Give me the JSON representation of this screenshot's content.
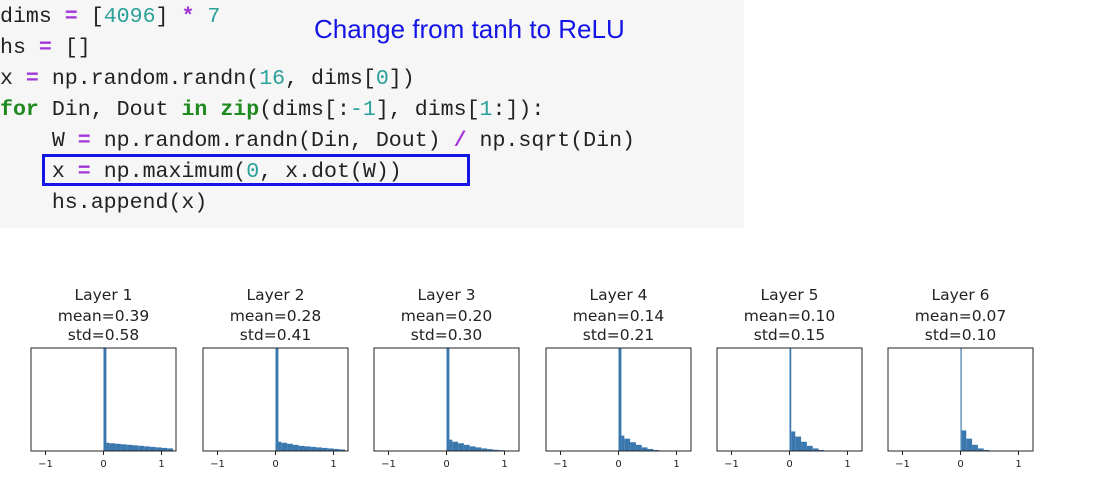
{
  "code": {
    "lines": [
      [
        {
          "t": "dims ",
          "c": "plain"
        },
        {
          "t": "=",
          "c": "op"
        },
        {
          "t": " [",
          "c": "plain"
        },
        {
          "t": "4096",
          "c": "num"
        },
        {
          "t": "] ",
          "c": "plain"
        },
        {
          "t": "*",
          "c": "op"
        },
        {
          "t": " ",
          "c": "plain"
        },
        {
          "t": "7",
          "c": "num"
        }
      ],
      [
        {
          "t": "hs ",
          "c": "plain"
        },
        {
          "t": "=",
          "c": "op"
        },
        {
          "t": " []",
          "c": "plain"
        }
      ],
      [
        {
          "t": "x ",
          "c": "plain"
        },
        {
          "t": "=",
          "c": "op"
        },
        {
          "t": " np.random.randn(",
          "c": "plain"
        },
        {
          "t": "16",
          "c": "num"
        },
        {
          "t": ", dims[",
          "c": "plain"
        },
        {
          "t": "0",
          "c": "num"
        },
        {
          "t": "])",
          "c": "plain"
        }
      ],
      [
        {
          "t": "for",
          "c": "kw"
        },
        {
          "t": " Din, Dout ",
          "c": "plain"
        },
        {
          "t": "in",
          "c": "kw"
        },
        {
          "t": " ",
          "c": "plain"
        },
        {
          "t": "zip",
          "c": "kw"
        },
        {
          "t": "(dims[:",
          "c": "plain"
        },
        {
          "t": "-1",
          "c": "num"
        },
        {
          "t": "], dims[",
          "c": "plain"
        },
        {
          "t": "1",
          "c": "num"
        },
        {
          "t": ":]):",
          "c": "plain"
        }
      ],
      [
        {
          "t": "    W ",
          "c": "plain"
        },
        {
          "t": "=",
          "c": "op"
        },
        {
          "t": " np.random.randn(Din, Dout) ",
          "c": "plain"
        },
        {
          "t": "/",
          "c": "op"
        },
        {
          "t": " np.sqrt(Din)",
          "c": "plain"
        }
      ],
      [
        {
          "t": "    x ",
          "c": "plain"
        },
        {
          "t": "=",
          "c": "op"
        },
        {
          "t": " np.maximum(",
          "c": "plain"
        },
        {
          "t": "0",
          "c": "num"
        },
        {
          "t": ", x.dot(W))",
          "c": "plain"
        }
      ],
      [
        {
          "t": "    hs.append(x)",
          "c": "plain"
        }
      ]
    ],
    "highlighted_line": 5
  },
  "annotation": "Change from tanh to ReLU",
  "colors": {
    "bar": "#3a77ad",
    "annotation": "#1414e6",
    "box": "#1414e6",
    "code_bg": "#f6f6f6"
  },
  "chart_data": [
    {
      "type": "bar",
      "title": "Layer 1",
      "stats": [
        "mean=0.39",
        "std=0.58"
      ],
      "xlim": [
        -1.25,
        1.25
      ],
      "xticks": [
        "−1",
        "0",
        "1"
      ],
      "bins": [
        0,
        0.05,
        0.1,
        0.2,
        0.3,
        0.4,
        0.5,
        0.6,
        0.7,
        0.8,
        0.9,
        1.0,
        1.1,
        1.2
      ],
      "values": [
        1.0,
        0.08,
        0.075,
        0.07,
        0.065,
        0.06,
        0.055,
        0.05,
        0.045,
        0.04,
        0.035,
        0.03,
        0.025
      ]
    },
    {
      "type": "bar",
      "title": "Layer 2",
      "stats": [
        "mean=0.28",
        "std=0.41"
      ],
      "xlim": [
        -1.25,
        1.25
      ],
      "xticks": [
        "−1",
        "0",
        "1"
      ],
      "bins": [
        0,
        0.05,
        0.1,
        0.2,
        0.3,
        0.4,
        0.5,
        0.6,
        0.7,
        0.8,
        0.9,
        1.0,
        1.1,
        1.2
      ],
      "values": [
        1.0,
        0.09,
        0.08,
        0.07,
        0.06,
        0.05,
        0.045,
        0.04,
        0.035,
        0.03,
        0.025,
        0.02,
        0.015
      ]
    },
    {
      "type": "bar",
      "title": "Layer 3",
      "stats": [
        "mean=0.20",
        "std=0.30"
      ],
      "xlim": [
        -1.25,
        1.25
      ],
      "xticks": [
        "−1",
        "0",
        "1"
      ],
      "bins": [
        0,
        0.05,
        0.1,
        0.2,
        0.3,
        0.4,
        0.5,
        0.6,
        0.7,
        0.8,
        0.9,
        1.0
      ],
      "values": [
        1.0,
        0.11,
        0.09,
        0.075,
        0.06,
        0.045,
        0.035,
        0.025,
        0.018,
        0.012,
        0.008
      ]
    },
    {
      "type": "bar",
      "title": "Layer 4",
      "stats": [
        "mean=0.14",
        "std=0.21"
      ],
      "xlim": [
        -1.25,
        1.25
      ],
      "xticks": [
        "−1",
        "0",
        "1"
      ],
      "bins": [
        0,
        0.05,
        0.1,
        0.2,
        0.3,
        0.4,
        0.5,
        0.6,
        0.7,
        0.8
      ],
      "values": [
        1.0,
        0.15,
        0.12,
        0.085,
        0.06,
        0.035,
        0.02,
        0.01,
        0.005
      ]
    },
    {
      "type": "bar",
      "title": "Layer 5",
      "stats": [
        "mean=0.10",
        "std=0.15"
      ],
      "xlim": [
        -1.25,
        1.25
      ],
      "xticks": [
        "−1",
        "0",
        "1"
      ],
      "bins": [
        0,
        0.03,
        0.1,
        0.2,
        0.3,
        0.4,
        0.5,
        0.6
      ],
      "values": [
        1.0,
        0.19,
        0.14,
        0.09,
        0.05,
        0.025,
        0.01
      ]
    },
    {
      "type": "bar",
      "title": "Layer 6",
      "stats": [
        "mean=0.07",
        "std=0.10"
      ],
      "xlim": [
        -1.25,
        1.25
      ],
      "xticks": [
        "−1",
        "0",
        "1"
      ],
      "bins": [
        0,
        0.02,
        0.1,
        0.2,
        0.3,
        0.4,
        0.5
      ],
      "values": [
        1.0,
        0.2,
        0.12,
        0.06,
        0.025,
        0.01
      ]
    }
  ]
}
